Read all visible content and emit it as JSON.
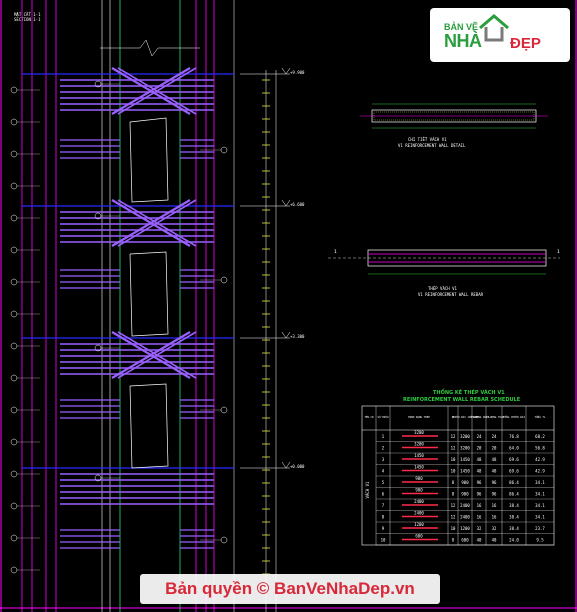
{
  "colors": {
    "background": "#000000",
    "magenta": "#ff00ff",
    "violet": "#9a60ff",
    "blue": "#2a2aff",
    "green": "#22c55e",
    "yellow": "#e8e84a",
    "white": "#ffffff",
    "logo_green": "#2a9d3f",
    "logo_red": "#d8283a"
  },
  "logo": {
    "line1": "BẢN VẼ",
    "line2": "NHÀ",
    "line3": "ĐẸP"
  },
  "watermark": "Bản quyền © BanVeNhaDep.vn",
  "elevation": {
    "title_line1": "MẶT CẮT 1-1",
    "title_line2": "SECTION 1-1",
    "level_marks": [
      "+0.000",
      "+3.300",
      "+6.600",
      "+9.900"
    ]
  },
  "detail_top": {
    "caption_line1": "CHI TIẾT VÁCH V1",
    "caption_line2": "V1 REINFORCEMENT WALL DETAIL"
  },
  "detail_mid": {
    "section_mark": "1",
    "caption_line1": "THÉP VÁCH V1",
    "caption_line2": "V1 REINFORCEMENT WALL REBAR"
  },
  "schedule": {
    "title_line1": "THỐNG KÊ THÉP VÁCH V1",
    "title_line2": "REINFORCEMENT WALL REBAR SCHEDULE",
    "headers": [
      "TÊN CK",
      "SỐ HIỆU",
      "HÌNH DẠNG THÉP",
      "Ø",
      "CHIỀU DÀI 1 THANH",
      "SỐ LƯỢNG 1 CK",
      "SỐ LƯỢNG TOÀN",
      "TỔNG CHIỀU DÀI",
      "TỔNG TL"
    ],
    "group_label": "VÁCH V1",
    "rows": [
      [
        "1",
        "12",
        "3200",
        "24",
        "24",
        "76.8",
        "68.2"
      ],
      [
        "2",
        "12",
        "3200",
        "20",
        "20",
        "64.0",
        "56.8"
      ],
      [
        "3",
        "10",
        "1450",
        "48",
        "48",
        "69.6",
        "42.9"
      ],
      [
        "4",
        "10",
        "1450",
        "48",
        "48",
        "69.6",
        "42.9"
      ],
      [
        "5",
        "8",
        "900",
        "96",
        "96",
        "86.4",
        "34.1"
      ],
      [
        "6",
        "8",
        "900",
        "96",
        "96",
        "86.4",
        "34.1"
      ],
      [
        "7",
        "12",
        "2400",
        "16",
        "16",
        "38.4",
        "34.1"
      ],
      [
        "8",
        "12",
        "2400",
        "16",
        "16",
        "38.4",
        "34.1"
      ],
      [
        "9",
        "10",
        "1200",
        "32",
        "32",
        "38.4",
        "23.7"
      ],
      [
        "10",
        "8",
        "600",
        "40",
        "40",
        "24.0",
        "9.5"
      ]
    ]
  }
}
